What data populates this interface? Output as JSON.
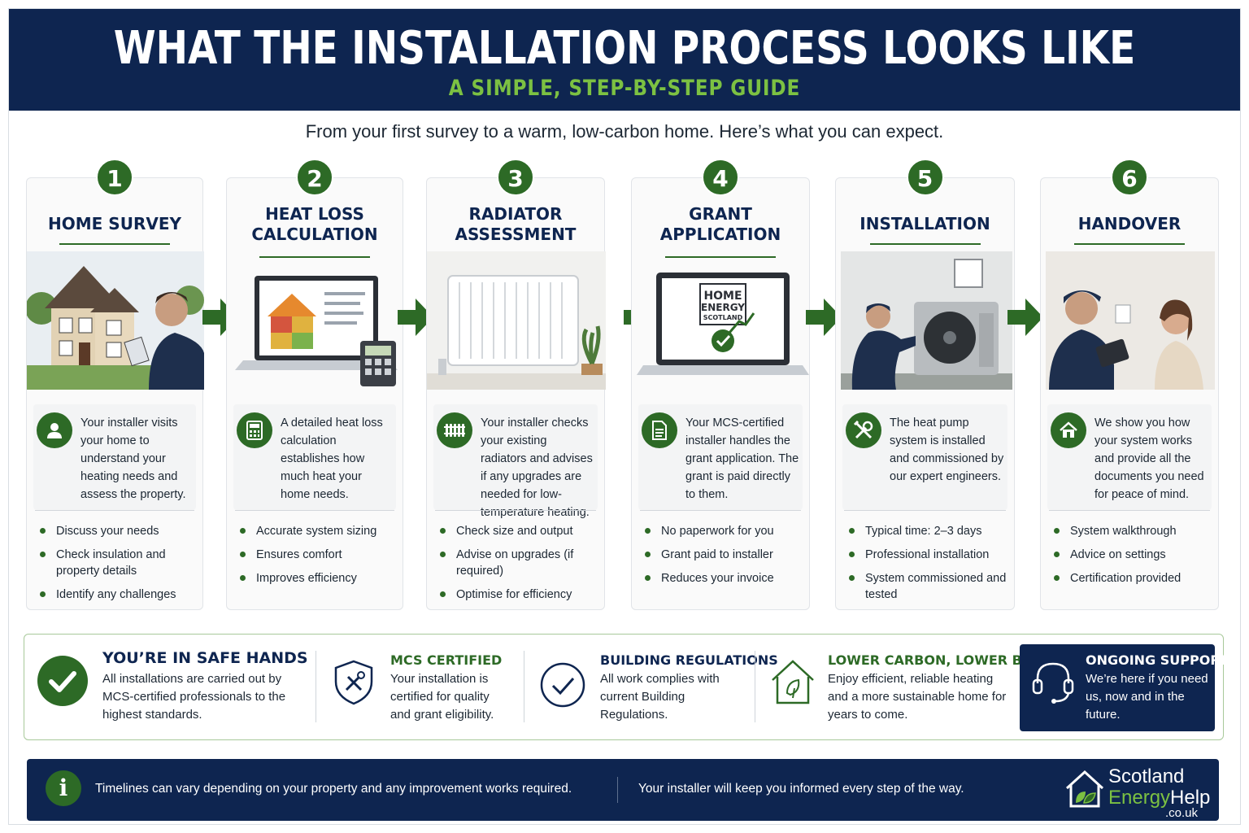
{
  "header": {
    "title": "WHAT THE INSTALLATION PROCESS LOOKS LIKE",
    "subtitle": "A SIMPLE, STEP-BY-STEP GUIDE"
  },
  "intro": "From your first survey to a warm, low-carbon home. Here’s what you can expect.",
  "steps": [
    {
      "number": "1",
      "title": "HOME SURVEY",
      "icon": "person-icon",
      "description": "Your installer visits your home to understand your heating needs and assess the property.",
      "bullets": [
        "Discuss your needs",
        "Check insulation and property details",
        "Identify any challenges"
      ]
    },
    {
      "number": "2",
      "title": "HEAT LOSS\nCALCULATION",
      "icon": "calculator-icon",
      "description": "A detailed heat loss calculation establishes how much heat your home needs.",
      "bullets": [
        "Accurate system sizing",
        "Ensures comfort",
        "Improves efficiency"
      ]
    },
    {
      "number": "3",
      "title": "RADIATOR\nASSESSMENT",
      "icon": "radiator-icon",
      "description": "Your installer checks your existing radiators and advises if any upgrades are needed for low-temperature heating.",
      "bullets": [
        "Check size and output",
        "Advise on upgrades (if required)",
        "Optimise for efficiency"
      ]
    },
    {
      "number": "4",
      "title": "GRANT\nAPPLICATION",
      "icon": "document-icon",
      "description": "Your MCS-certified installer handles the grant application. The grant is paid directly to them.",
      "bullets": [
        "No paperwork for you",
        "Grant paid to installer",
        "Reduces your invoice"
      ],
      "screen_logo": [
        "HOME",
        "ENERGY",
        "SCOTLAND"
      ]
    },
    {
      "number": "5",
      "title": "INSTALLATION",
      "icon": "tools-icon",
      "description": "The heat pump system is installed and commissioned by our expert engineers.",
      "bullets": [
        "Typical time: 2–3 days",
        "Professional installation",
        "System commissioned and tested"
      ]
    },
    {
      "number": "6",
      "title": "HANDOVER",
      "icon": "house-icon",
      "description": "We show you how your system works and provide all the documents you need for peace of mind.",
      "bullets": [
        "System walkthrough",
        "Advice on settings",
        "Certification provided"
      ]
    }
  ],
  "trust": {
    "safe_hands": {
      "title": "YOU’RE IN SAFE HANDS",
      "text": "All installations are carried out by MCS-certified professionals to the highest standards."
    },
    "mcs": {
      "title": "MCS CERTIFIED",
      "text": "Your installation is certified for quality and grant eligibility."
    },
    "regs": {
      "title": "BUILDING REGULATIONS",
      "text": "All work complies with current Building Regulations."
    },
    "carbon": {
      "title": "LOWER CARBON, LOWER BILLS",
      "text": "Enjoy efficient, reliable heating and a more sustainable home for years to come."
    },
    "support": {
      "title": "ONGOING SUPPORT",
      "text": "We’re here if you need us, now and in the future."
    }
  },
  "footer": {
    "info_icon_glyph": "i",
    "note_left": "Timelines can vary depending on your property and any improvement works required.",
    "note_right": "Your installer will keep you informed every step of the way.",
    "logo_line1": "Scotland",
    "logo_line2a": "Energy",
    "logo_line2b": "Help",
    "logo_line3": ".co.uk"
  },
  "colors": {
    "navy": "#0e2550",
    "green": "#2d6a26",
    "light_green": "#7cc142"
  }
}
